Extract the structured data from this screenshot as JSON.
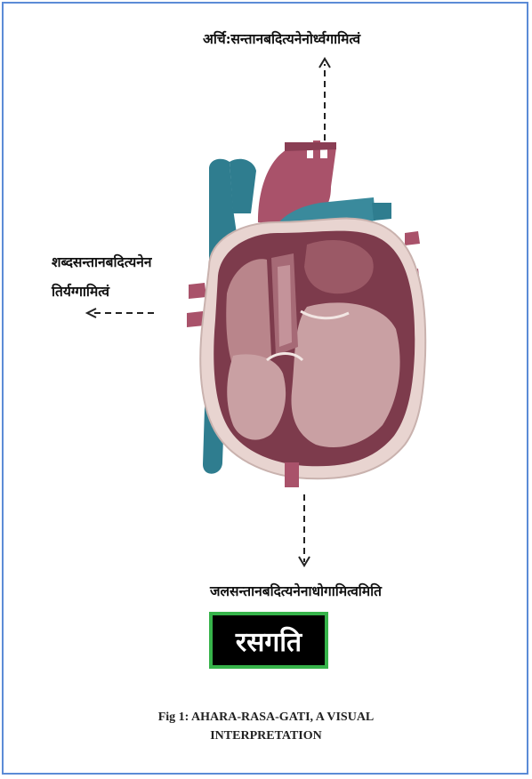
{
  "labels": {
    "upward": "अर्चि:सन्तानबदित्यनेनोर्ध्वगामित्वं",
    "sideways_line1": "शब्दसन्तानबदित्यनेन",
    "sideways_line2": "तिर्यग्गामित्वं",
    "downward": "जलसन्तानबदित्यनेनाधोगामित्वमिति"
  },
  "title_box": {
    "text": "रसगति"
  },
  "caption": {
    "line1": "Fig 1: AHARA-RASA-GATI, A VISUAL",
    "line2": "INTERPRETATION"
  },
  "colors": {
    "frame_border": "#5b8bd6",
    "title_box_bg": "#000000",
    "title_box_border": "#36b34a",
    "artery_pink": "#a9526a",
    "vein_teal": "#2f7d8f",
    "heart_muscle": "#7d3b4c",
    "heart_interior": "#c9a0a3"
  },
  "icons": [
    "arrow-up-icon",
    "arrow-left-icon",
    "arrow-down-icon",
    "heart-illustration"
  ]
}
